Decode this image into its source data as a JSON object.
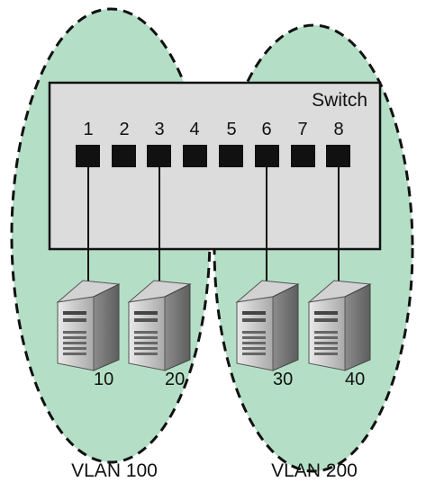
{
  "switch": {
    "label": "Switch",
    "ports": [
      {
        "number": "1",
        "connected": true
      },
      {
        "number": "2",
        "connected": false
      },
      {
        "number": "3",
        "connected": true
      },
      {
        "number": "4",
        "connected": false
      },
      {
        "number": "5",
        "connected": false
      },
      {
        "number": "6",
        "connected": true
      },
      {
        "number": "7",
        "connected": false
      },
      {
        "number": "8",
        "connected": true
      }
    ]
  },
  "vlans": [
    {
      "label": "VLAN 100"
    },
    {
      "label": "VLAN 200"
    }
  ],
  "hosts": [
    {
      "label": "10",
      "port": "1",
      "vlan": "VLAN 100"
    },
    {
      "label": "20",
      "port": "3",
      "vlan": "VLAN 100"
    },
    {
      "label": "30",
      "port": "6",
      "vlan": "VLAN 200"
    },
    {
      "label": "40",
      "port": "8",
      "vlan": "VLAN 200"
    }
  ],
  "colors": {
    "vlan_fill": "#b4dfc6",
    "switch_fill": "#dcdcdc",
    "port_fill": "#111111",
    "outline": "#111111"
  }
}
